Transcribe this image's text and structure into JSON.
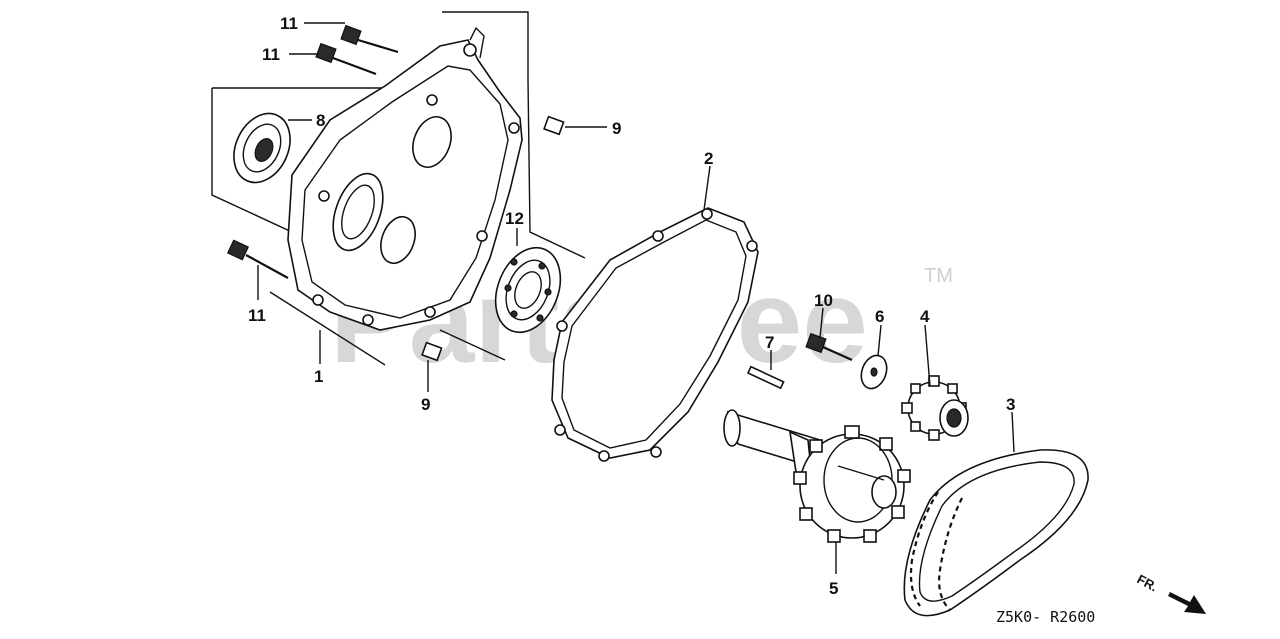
{
  "watermark": {
    "text": "PartsTree",
    "trademark": "TM"
  },
  "diagram_code": "Z5K0- R2600",
  "direction_label": "FR.",
  "callouts": [
    {
      "id": "c11a",
      "label": "11"
    },
    {
      "id": "c11b",
      "label": "11"
    },
    {
      "id": "c8",
      "label": "8"
    },
    {
      "id": "c9a",
      "label": "9"
    },
    {
      "id": "c12",
      "label": "12"
    },
    {
      "id": "c11c",
      "label": "11"
    },
    {
      "id": "c1",
      "label": "1"
    },
    {
      "id": "c9b",
      "label": "9"
    },
    {
      "id": "c2",
      "label": "2"
    },
    {
      "id": "c10",
      "label": "10"
    },
    {
      "id": "c6",
      "label": "6"
    },
    {
      "id": "c4",
      "label": "4"
    },
    {
      "id": "c7",
      "label": "7"
    },
    {
      "id": "c3",
      "label": "3"
    },
    {
      "id": "c5",
      "label": "5"
    }
  ]
}
